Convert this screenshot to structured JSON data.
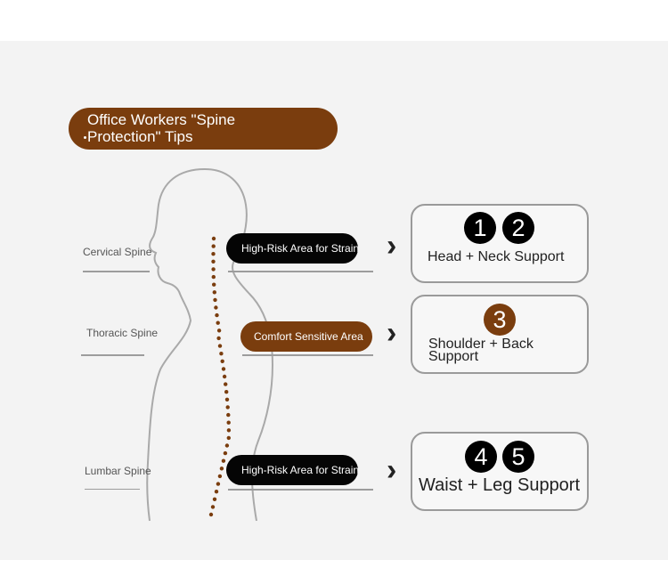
{
  "title": "Office Workers \"Spine Protection\" Tips",
  "title_lines": [
    "Office Workers \"Spine",
    "Protection\" Tips"
  ],
  "spine_sections": [
    {
      "label": "Cervical Spine",
      "area": "High-Risk Area for Strain",
      "area_style": "black"
    },
    {
      "label": "Thoracic Spine",
      "area": "Comfort Sensitive Area",
      "area_style": "brown"
    },
    {
      "label": "Lumbar Spine",
      "area": "High-Risk Area for Strain",
      "area_style": "black"
    }
  ],
  "support_boxes": [
    {
      "badges": [
        "1",
        "2"
      ],
      "badge_color": "#000000",
      "label": "Head + Neck Support"
    },
    {
      "badges": [
        "3"
      ],
      "badge_color": "#7a3d0e",
      "label": "Shoulder + Back Support"
    },
    {
      "badges": [
        "4",
        "5"
      ],
      "badge_color": "#000000",
      "label": "Waist + Leg Support"
    }
  ],
  "colors": {
    "brown": "#7a3d0e",
    "black": "#050505",
    "background": "#f3f3f3"
  },
  "icons": [
    "chevron-right-icon"
  ]
}
